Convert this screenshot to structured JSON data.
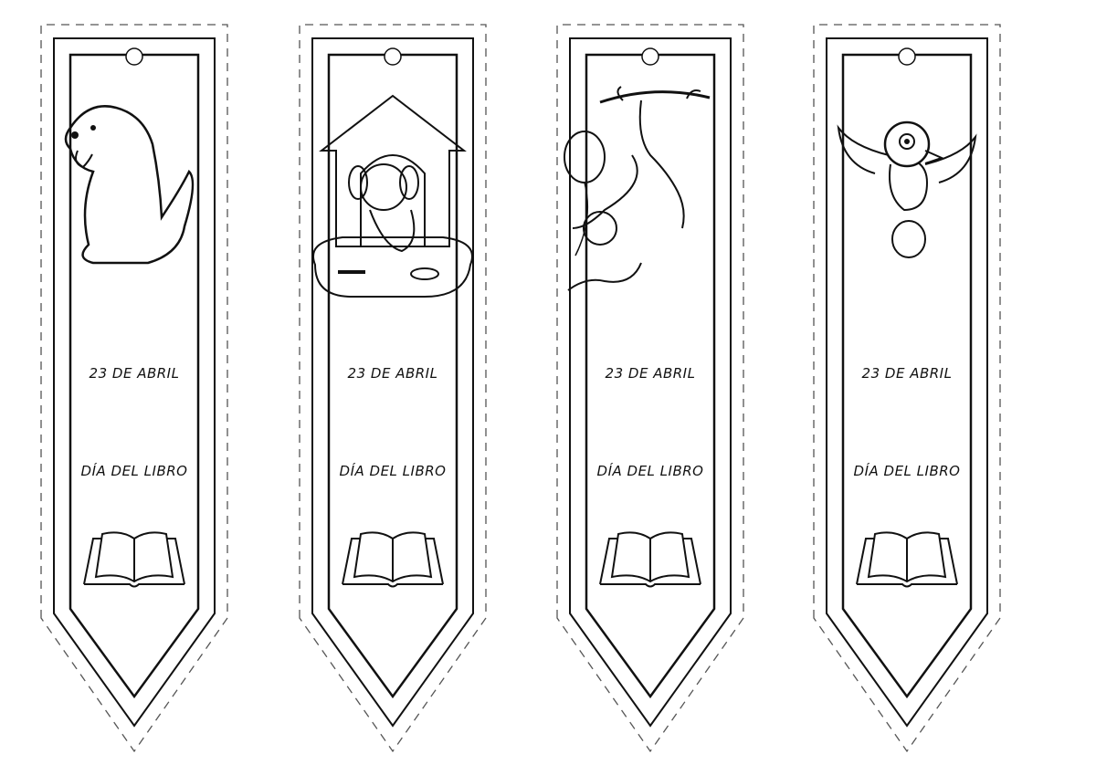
{
  "bookmarks": [
    {
      "animal": "dog-sitting",
      "date": "23 DE ABRIL",
      "title": "DÍA DEL LIBRO"
    },
    {
      "animal": "puppy-in-doghouse",
      "date": "23 DE ABRIL",
      "title": "DÍA DEL LIBRO"
    },
    {
      "animal": "monkey-with-balloon",
      "date": "23 DE ABRIL",
      "title": "DÍA DEL LIBRO"
    },
    {
      "animal": "bird-flying",
      "date": "23 DE ABRIL",
      "title": "DÍA DEL LIBRO"
    }
  ],
  "colors": {
    "line": "#111111",
    "cut_line": "#555555",
    "background": "#ffffff"
  }
}
